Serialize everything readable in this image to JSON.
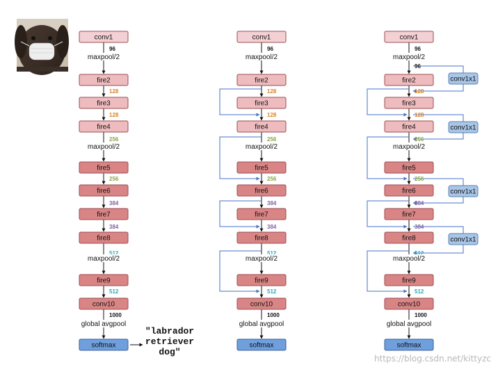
{
  "colors": {
    "conv1": "#f3d0d3",
    "fire_light": "#eebcbf",
    "fire_dark": "#d98585",
    "conv10": "#d98585",
    "softmax": "#6f9fdc",
    "conv1x1": "#a9c6e7",
    "box_stroke": "#9b4c52",
    "bypass_line": "#4472c4",
    "ch_96": "#111111",
    "ch_128": "#d9822b",
    "ch_256": "#8aa34a",
    "ch_384": "#8064a2",
    "ch_512": "#2aa8b8",
    "ch_1000": "#111111"
  },
  "input_image": {
    "icon": "dog-photo",
    "subject": "dog face"
  },
  "layers": {
    "conv1": "conv1",
    "fire2": "fire2",
    "fire3": "fire3",
    "fire4": "fire4",
    "fire5": "fire5",
    "fire6": "fire6",
    "fire7": "fire7",
    "fire8": "fire8",
    "fire9": "fire9",
    "conv10": "conv10",
    "softmax": "softmax"
  },
  "ops": {
    "maxpool": "maxpool/2",
    "global_avgpool": "global avgpool",
    "conv1x1": "conv1x1"
  },
  "channels": {
    "c96": "96",
    "c128": "128",
    "c256": "256",
    "c384": "384",
    "c512": "512",
    "c1000": "1000"
  },
  "prediction": [
    "\"labrador",
    "retriever",
    "dog\""
  ],
  "watermark": "https://blog.csdn.net/kittyzc"
}
